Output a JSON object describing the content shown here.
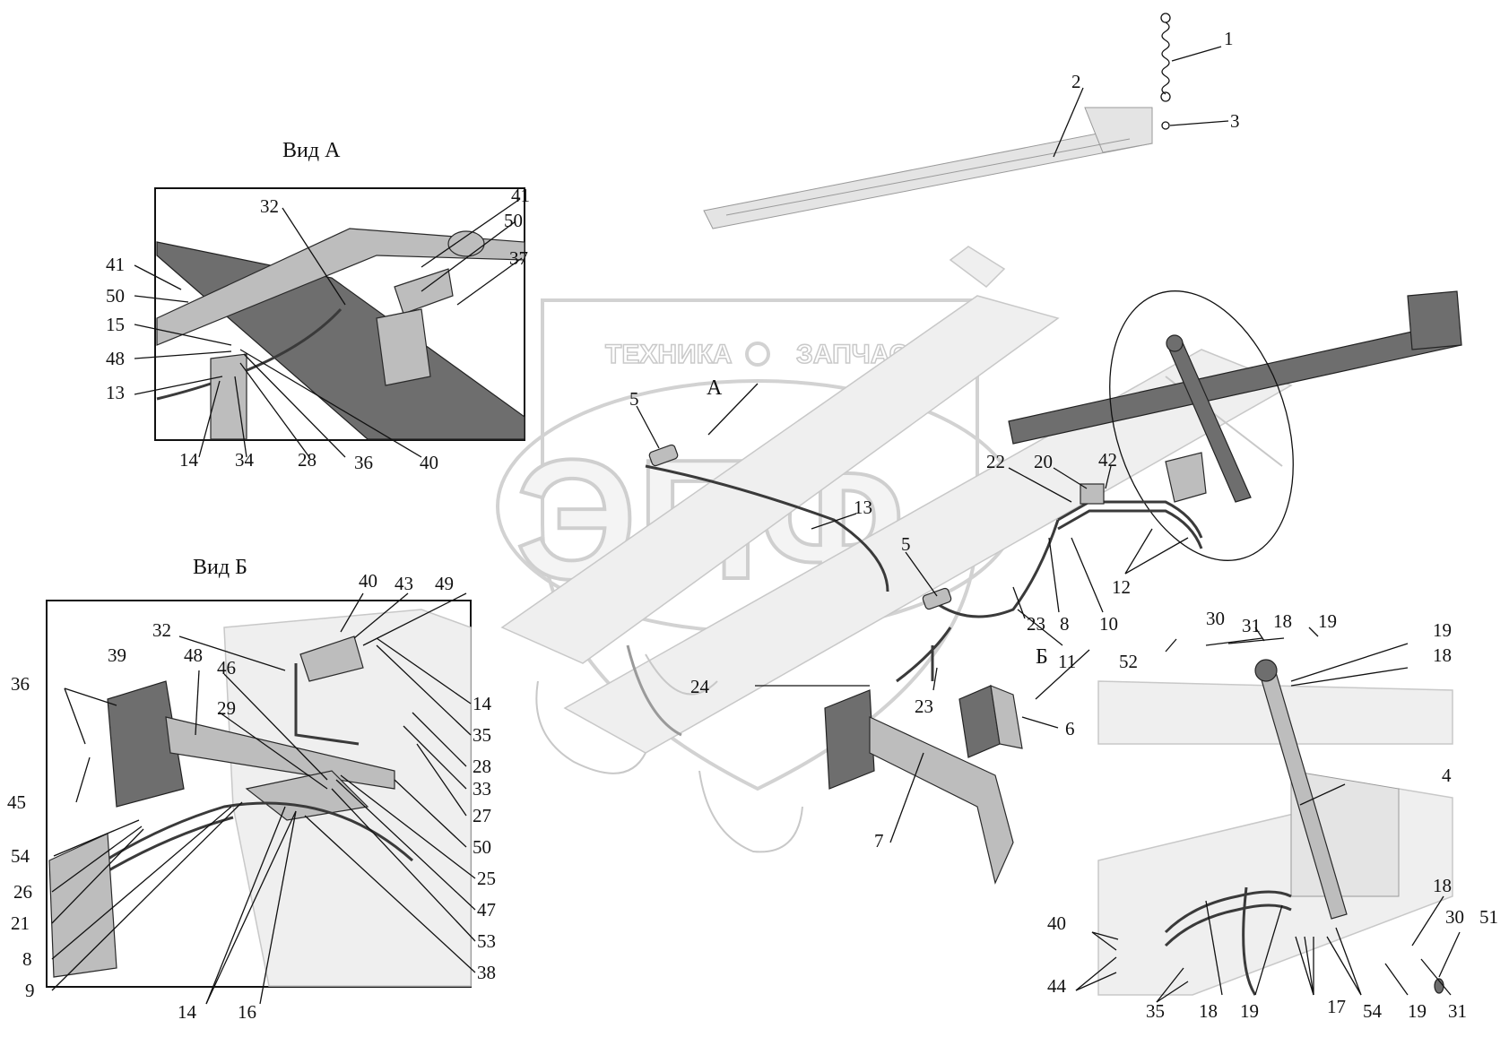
{
  "view_a": {
    "title": "Вид А",
    "labels": [
      "32",
      "41",
      "50",
      "37",
      "41",
      "50",
      "15",
      "48",
      "13",
      "14",
      "34",
      "28",
      "36",
      "40"
    ]
  },
  "view_b": {
    "title": "Вид Б",
    "labels": [
      "40",
      "43",
      "49",
      "32",
      "39",
      "48",
      "46",
      "36",
      "29",
      "45",
      "54",
      "26",
      "21",
      "8",
      "9",
      "14",
      "16",
      "38",
      "53",
      "47",
      "25",
      "50",
      "27",
      "33",
      "28",
      "35",
      "14"
    ]
  },
  "main_view": {
    "labels": [
      "1",
      "2",
      "3",
      "5",
      "13",
      "22",
      "20",
      "42",
      "5",
      "12",
      "8",
      "10",
      "23",
      "11",
      "24",
      "23",
      "6",
      "7"
    ],
    "view_markers": [
      "А",
      "Б"
    ]
  },
  "detail_view": {
    "labels": [
      "30",
      "31",
      "18",
      "19",
      "52",
      "19",
      "18",
      "4",
      "18",
      "30",
      "51",
      "40",
      "44",
      "35",
      "18",
      "19",
      "17",
      "54",
      "19",
      "31"
    ]
  },
  "watermark": {
    "text_left": "ТЕХНИКА",
    "text_right": "ЗАПЧАСТИ",
    "monogram": "ЭПФ"
  },
  "colors": {
    "line": "#111111",
    "part_light": "#bdbdbd",
    "part_dark": "#6e6e6e",
    "ghost": "#c8c8c8"
  }
}
